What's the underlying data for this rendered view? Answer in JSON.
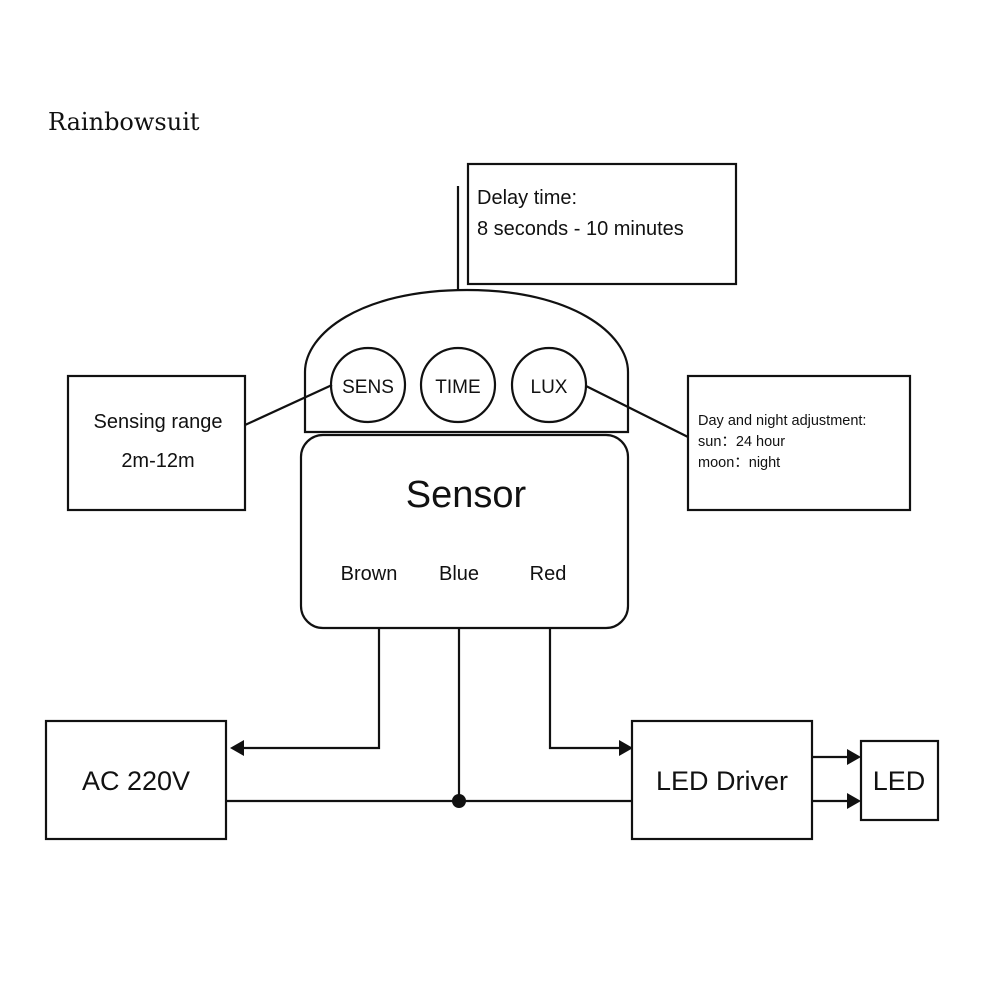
{
  "brand": {
    "text": "Rainbowsuit"
  },
  "delay_box": {
    "line1": "Delay time:",
    "line2": "8 seconds -  10 minutes"
  },
  "sensing_box": {
    "line1": "Sensing range",
    "line2": "2m-12m"
  },
  "daynight_box": {
    "line1": "Day and night adjustment:",
    "line2": "sun：24 hour",
    "line3": "moon：night"
  },
  "knobs": {
    "sens": "SENS",
    "time": "TIME",
    "lux": "LUX"
  },
  "sensor": {
    "title": "Sensor",
    "wire_brown": "Brown",
    "wire_blue": "Blue",
    "wire_red": "Red"
  },
  "ac_box": {
    "label": "AC 220V"
  },
  "driver_box": {
    "label": "LED Driver"
  },
  "led_box": {
    "label": "LED"
  },
  "colors": {
    "ink": "#111111",
    "background": "#ffffff"
  }
}
